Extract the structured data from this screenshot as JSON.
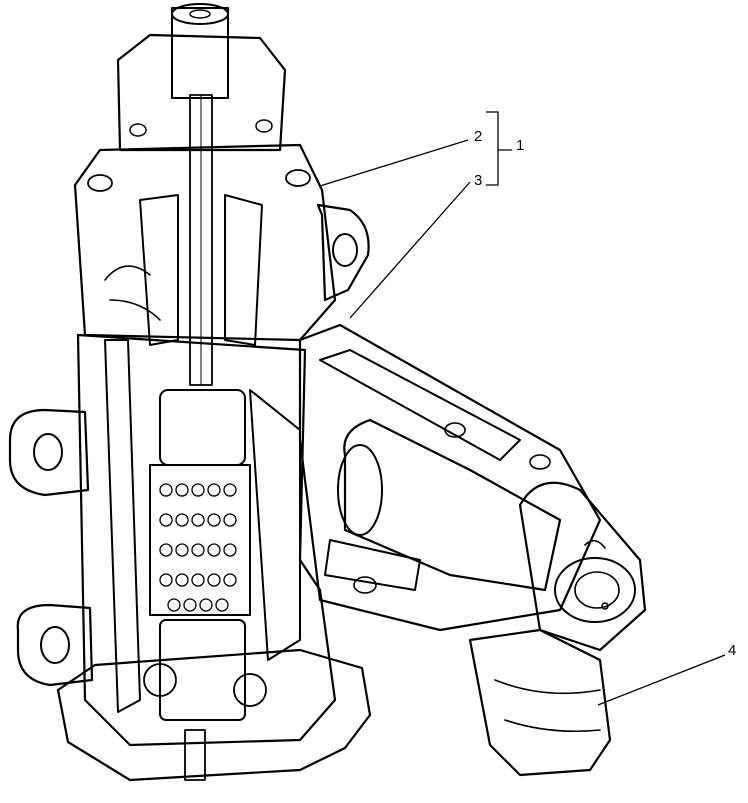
{
  "diagram": {
    "type": "technical-cutaway-illustration",
    "callouts": [
      {
        "id": "1",
        "label": "1"
      },
      {
        "id": "2",
        "label": "2"
      },
      {
        "id": "3",
        "label": "3"
      },
      {
        "id": "4",
        "label": "4"
      }
    ],
    "colors": {
      "ink": "#000000",
      "paper": "#ffffff",
      "shade": "#555555"
    }
  }
}
